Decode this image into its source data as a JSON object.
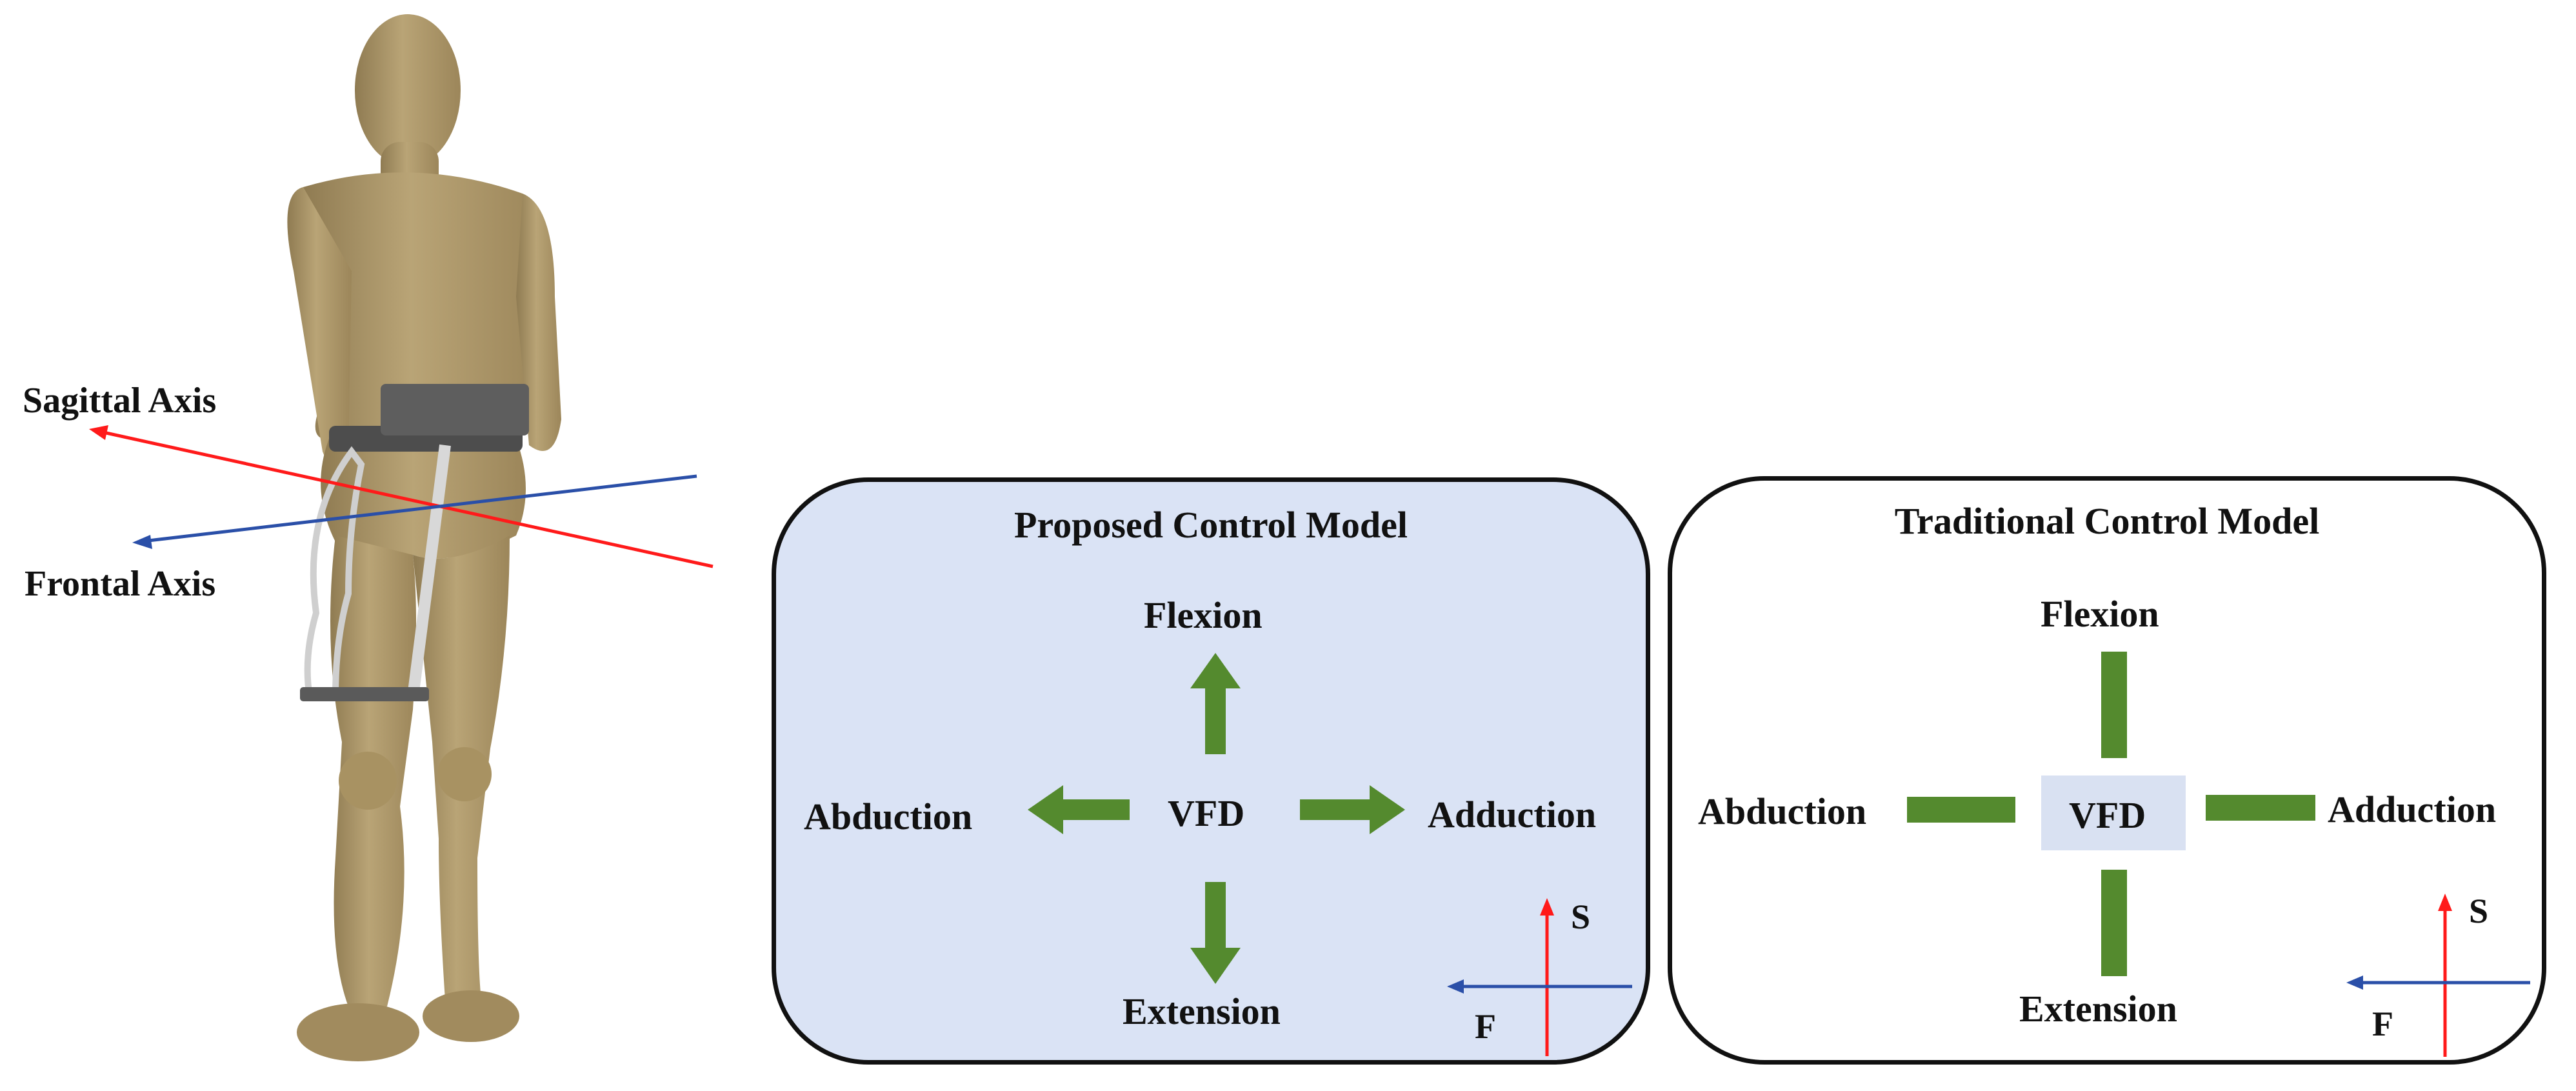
{
  "figure": {
    "left": {
      "sagittal_axis_label": "Sagittal Axis",
      "frontal_axis_label": "Frontal Axis",
      "sagittal_axis_color": "#ff1a1a",
      "frontal_axis_color": "#2a4fa8",
      "mannequin_color": "#b29c6e",
      "device_color": "#5a5a5a"
    },
    "proposed": {
      "title": "Proposed Control Model",
      "panel_fill": "#dae3f5",
      "center_label": "VFD",
      "flexion": "Flexion",
      "extension": "Extension",
      "abduction": "Abduction",
      "adduction": "Adduction",
      "axis_s": "S",
      "axis_f": "F",
      "arrow_color": "#548a2e"
    },
    "traditional": {
      "title": "Traditional Control Model",
      "panel_fill": "#ffffff",
      "center_label": "VFD",
      "flexion": "Flexion",
      "extension": "Extension",
      "abduction": "Abduction",
      "adduction": "Adduction",
      "axis_s": "S",
      "axis_f": "F",
      "bar_color": "#548a2e",
      "center_box_color": "#d9e1f2"
    }
  }
}
